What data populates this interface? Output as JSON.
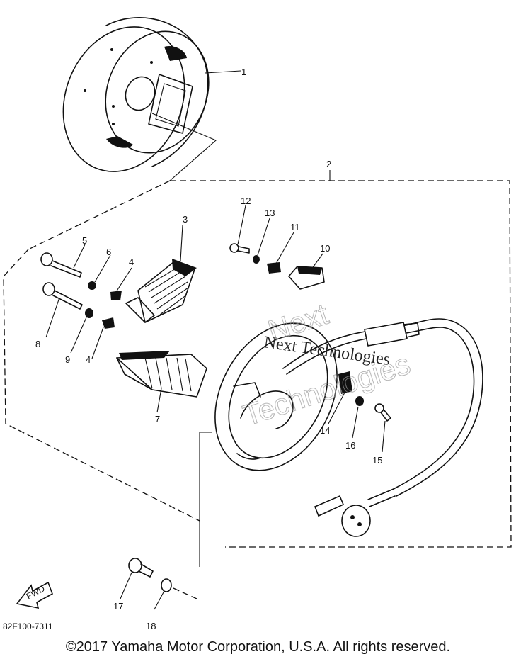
{
  "callouts": {
    "c1": "1",
    "c2": "2",
    "c3": "3",
    "c4a": "4",
    "c4b": "4",
    "c5": "5",
    "c6": "6",
    "c7": "7",
    "c8": "8",
    "c9": "9",
    "c10": "10",
    "c11": "11",
    "c12": "12",
    "c13": "13",
    "c14": "14",
    "c15": "15",
    "c16": "16",
    "c17": "17",
    "c18": "18"
  },
  "fwd_label": "FWD",
  "diagram_code": "82F100-7311",
  "watermark": "Next Technologies",
  "copyright": "©2017 Yamaha Motor Corporation, U.S.A. All rights reserved."
}
